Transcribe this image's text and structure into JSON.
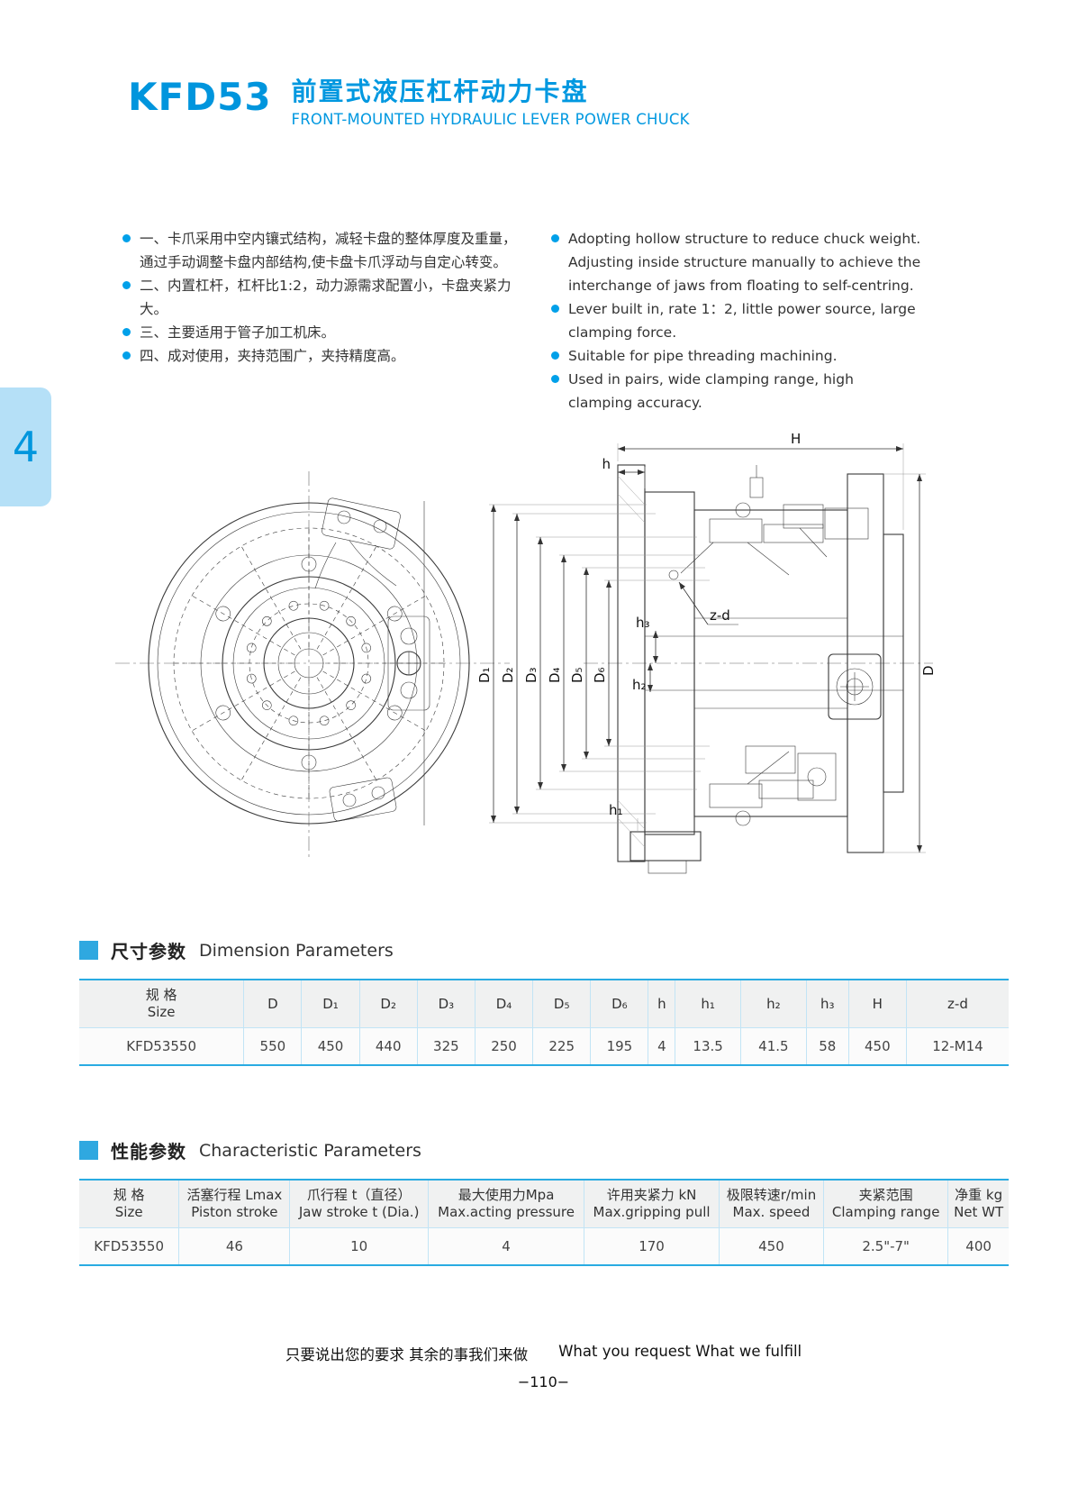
{
  "colors": {
    "accent": "#00a0e9",
    "tab_bg": "#b5e0f7",
    "table_border": "#c2e4f5",
    "table_frame": "#29abe2"
  },
  "header": {
    "model": "KFD53",
    "title_cn": "前置式液压杠杆动力卡盘",
    "title_en": "FRONT-MOUNTED HYDRAULIC LEVER POWER CHUCK"
  },
  "side_tab": {
    "label": "4"
  },
  "features": {
    "cn": [
      "一、卡爪采用中空内镶式结构，减轻卡盘的整体厚度及重量，通过手动调整卡盘内部结构,使卡盘卡爪浮动与自定心转变。",
      "二、内置杠杆，杠杆比1:2，动力源需求配置小，卡盘夹紧力大。",
      "三、主要适用于管子加工机床。",
      "四、成对使用，夹持范围广，夹持精度高。"
    ],
    "en": [
      "Adopting hollow structure to reduce chuck weight. Adjusting inside structure manually to achieve the interchange of jaws from floating to self-centring.",
      "Lever built in, rate 1：2, little power source, large clamping force.",
      "Suitable for pipe threading machining.",
      "Used in pairs, wide clamping range, high clamping accuracy."
    ]
  },
  "drawing": {
    "labels": {
      "H": "H",
      "h": "h",
      "h1": "h₁",
      "h2": "h₂",
      "h3": "h₃",
      "z_d": "z-d",
      "D": "D",
      "D1": "D₁",
      "D2": "D₂",
      "D3": "D₃",
      "D4": "D₄",
      "D5": "D₅",
      "D6": "D₆"
    }
  },
  "dimension_section": {
    "title_cn": "尺寸参数",
    "title_en": "Dimension Parameters",
    "table": {
      "headers": [
        {
          "top": "规 格",
          "bottom": "Size"
        },
        {
          "top": "D"
        },
        {
          "top": "D₁"
        },
        {
          "top": "D₂"
        },
        {
          "top": "D₃"
        },
        {
          "top": "D₄"
        },
        {
          "top": "D₅"
        },
        {
          "top": "D₆"
        },
        {
          "top": "h"
        },
        {
          "top": "h₁"
        },
        {
          "top": "h₂"
        },
        {
          "top": "h₃"
        },
        {
          "top": "H"
        },
        {
          "top": "z-d"
        }
      ],
      "rows": [
        [
          "KFD53550",
          "550",
          "450",
          "440",
          "325",
          "250",
          "225",
          "195",
          "4",
          "13.5",
          "41.5",
          "58",
          "450",
          "12-M14"
        ]
      ]
    }
  },
  "characteristic_section": {
    "title_cn": "性能参数",
    "title_en": "Characteristic Parameters",
    "table": {
      "headers": [
        {
          "top": "规 格",
          "bottom": "Size"
        },
        {
          "top": "活塞行程 Lmax",
          "bottom": "Piston stroke"
        },
        {
          "top": "爪行程 t（直径）",
          "bottom": "Jaw stroke t (Dia.)"
        },
        {
          "top": "最大使用力Mpa",
          "bottom": "Max.acting pressure"
        },
        {
          "top": "许用夹紧力 kN",
          "bottom": "Max.gripping pull"
        },
        {
          "top": "极限转速r/min",
          "bottom": "Max. speed"
        },
        {
          "top": "夹紧范围",
          "bottom": "Clamping range"
        },
        {
          "top": "净重 kg",
          "bottom": "Net WT"
        }
      ],
      "rows": [
        [
          "KFD53550",
          "46",
          "10",
          "4",
          "170",
          "450",
          "2.5\"-7\"",
          "400"
        ]
      ]
    }
  },
  "footer": {
    "slogan_cn": "只要说出您的要求  其余的事我们来做",
    "slogan_en": "What you request  What we fulfill",
    "page_number": "−110−"
  }
}
